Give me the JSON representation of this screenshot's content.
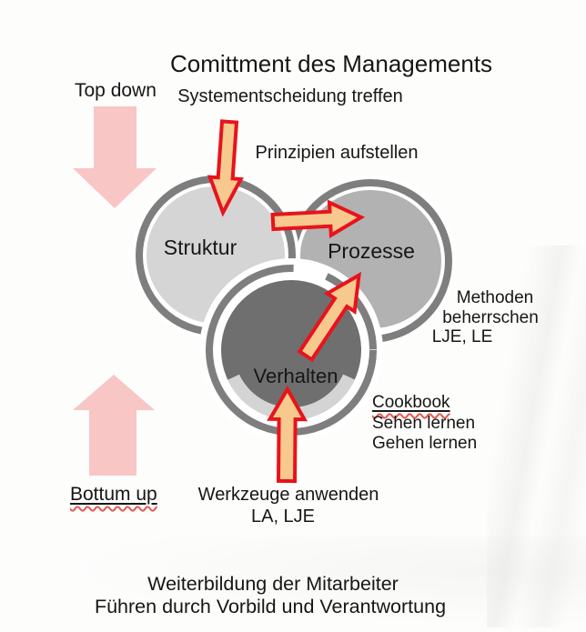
{
  "title": "Comittment des Managements",
  "labels": {
    "top_down": "Top down",
    "bottom_up": "Bottum up",
    "system_decision": "Systementscheidung treffen",
    "principles": "Prinzipien aufstellen",
    "tools_line1": "Werkzeuge anwenden",
    "tools_line2": "LA, LJE"
  },
  "circles": {
    "struktur": "Struktur",
    "prozesse": "Prozesse",
    "verhalten": "Verhalten"
  },
  "methods_note": {
    "line1": "Methoden",
    "line2": "beherrschen",
    "line3": "LJE, LE"
  },
  "cookbook_note": {
    "line1": "Cookbook",
    "line2": "Sehen lernen",
    "line3": "Gehen lernen"
  },
  "footer": {
    "line1": "Weiterbildung der Mitarbeiter",
    "line2": "Führen durch Vorbild und Verantwortung"
  },
  "colors": {
    "background": "#fdfdfc",
    "text": "#161616",
    "red": "#e8131b",
    "arrow_fill": "#f7c98f",
    "pink": "#f7c6c5",
    "circle_light": "#d5d5d5",
    "circle_medium": "#b2b2b2",
    "circle_dark": "#6f6f6f",
    "ring": "#7e7e7e",
    "ring_light": "#d4d4d4",
    "halo": "#ffffff",
    "squiggle": "#e25a52"
  }
}
